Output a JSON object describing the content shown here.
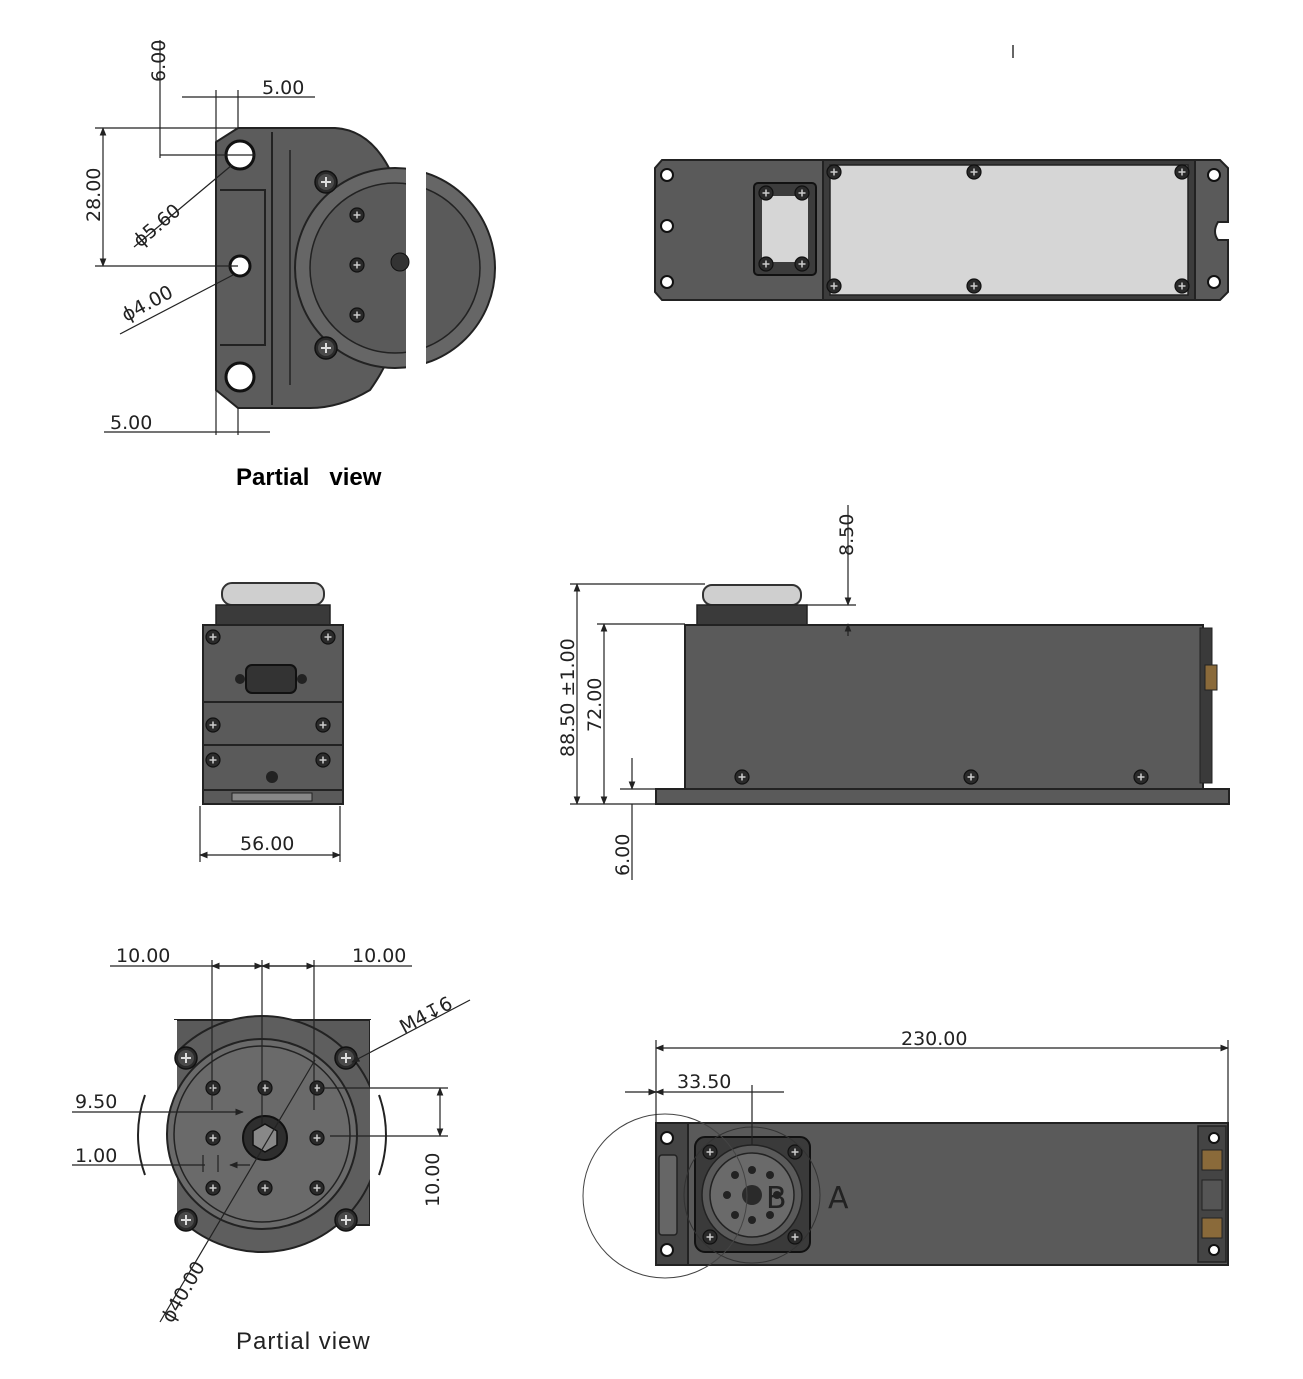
{
  "views": {
    "partial_top": {
      "caption": "Partial   view",
      "dims": {
        "top": "6.00",
        "offset_top": "5.00",
        "height": "28.00",
        "hole_large": "ϕ5.60",
        "hole_small": "ϕ4.00",
        "offset_bottom": "5.00"
      }
    },
    "front": {
      "dims": {
        "width": "56.00"
      }
    },
    "side": {
      "dims": {
        "flange_top": "8.50",
        "total_height": "88.50 ±1.00",
        "body_height": "72.00",
        "base_height": "6.00"
      }
    },
    "partial_flange": {
      "caption": "Partial view",
      "dims": {
        "left_spacing": "10.00",
        "right_spacing": "10.00",
        "thread": "M4↧6",
        "offset_a": "9.50",
        "offset_b": "1.00",
        "vertical_spacing": "10.00",
        "diameter": "ϕ40.00"
      }
    },
    "bottom": {
      "dims": {
        "length": "230.00",
        "flange_offset": "33.50"
      },
      "detail_labels": {
        "a": "A",
        "b": "B"
      }
    }
  },
  "colors": {
    "body": "#5a5a5a",
    "body_dark": "#3a3a3a",
    "panel": "#d8d8d8",
    "line": "#222222"
  }
}
